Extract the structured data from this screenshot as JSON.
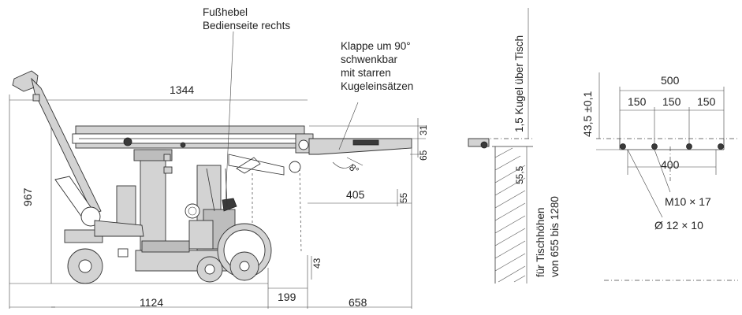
{
  "labels": {
    "foot_lever_line1": "Fußhebel",
    "foot_lever_line2": "Bedienseite rechts",
    "flap_line1": "Klappe um 90°",
    "flap_line2": "schwenkbar",
    "flap_line3": "mit starren",
    "flap_line4": "Kugeleinsätzen",
    "ball_above_table": "1,5 Kugel über Tisch",
    "table_heights_line1": "für Tischhöhen",
    "table_heights_line2": "von 655 bis 1280",
    "thread": "M10 × 17",
    "bore": "Ø 12 × 10"
  },
  "dimensions": {
    "length_1344": "1344",
    "height_967": "967",
    "dim_31": "31",
    "dim_65": "65",
    "angle_8": "8°",
    "dim_405": "405",
    "dim_55_right": "55",
    "dim_43": "43",
    "dim_199": "199",
    "length_1124": "1124",
    "length_658": "658",
    "dim_55_5": "55,5",
    "width_500": "500",
    "pitch_150_a": "150",
    "pitch_150_b": "150",
    "pitch_150_c": "150",
    "dim_400": "400",
    "height_43_5": "43,5 ±0,1"
  }
}
